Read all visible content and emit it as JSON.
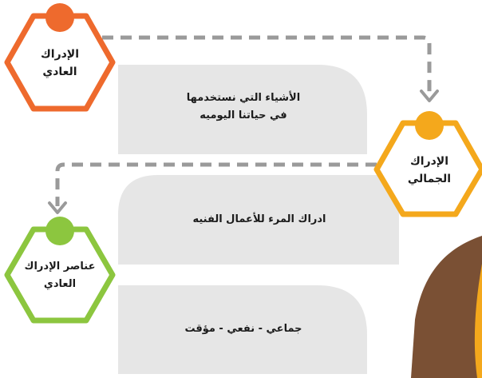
{
  "nodes": {
    "ordinary": {
      "line1": "الإدراك",
      "line2": "العادي",
      "color": "#ee6a2d"
    },
    "aesthetic": {
      "line1": "الإدراك",
      "line2": "الجمالي",
      "color": "#f4a81c"
    },
    "elements": {
      "line1": "عناصر الإدراك",
      "line2": "العادي",
      "color": "#8cc63f"
    }
  },
  "cards": {
    "ordinary_def": {
      "line1": "الأشياء التي نستخدمها",
      "line2": "في حياتنا اليوميه"
    },
    "aesthetic_def": {
      "line1": "ادراك المرء للأعمال الفنيه"
    },
    "elements_def": {
      "line1": "جماعي - نفعي - مؤقت"
    }
  },
  "colors": {
    "card_fill": "#e6e6e6",
    "connector": "#9a9a9a"
  }
}
